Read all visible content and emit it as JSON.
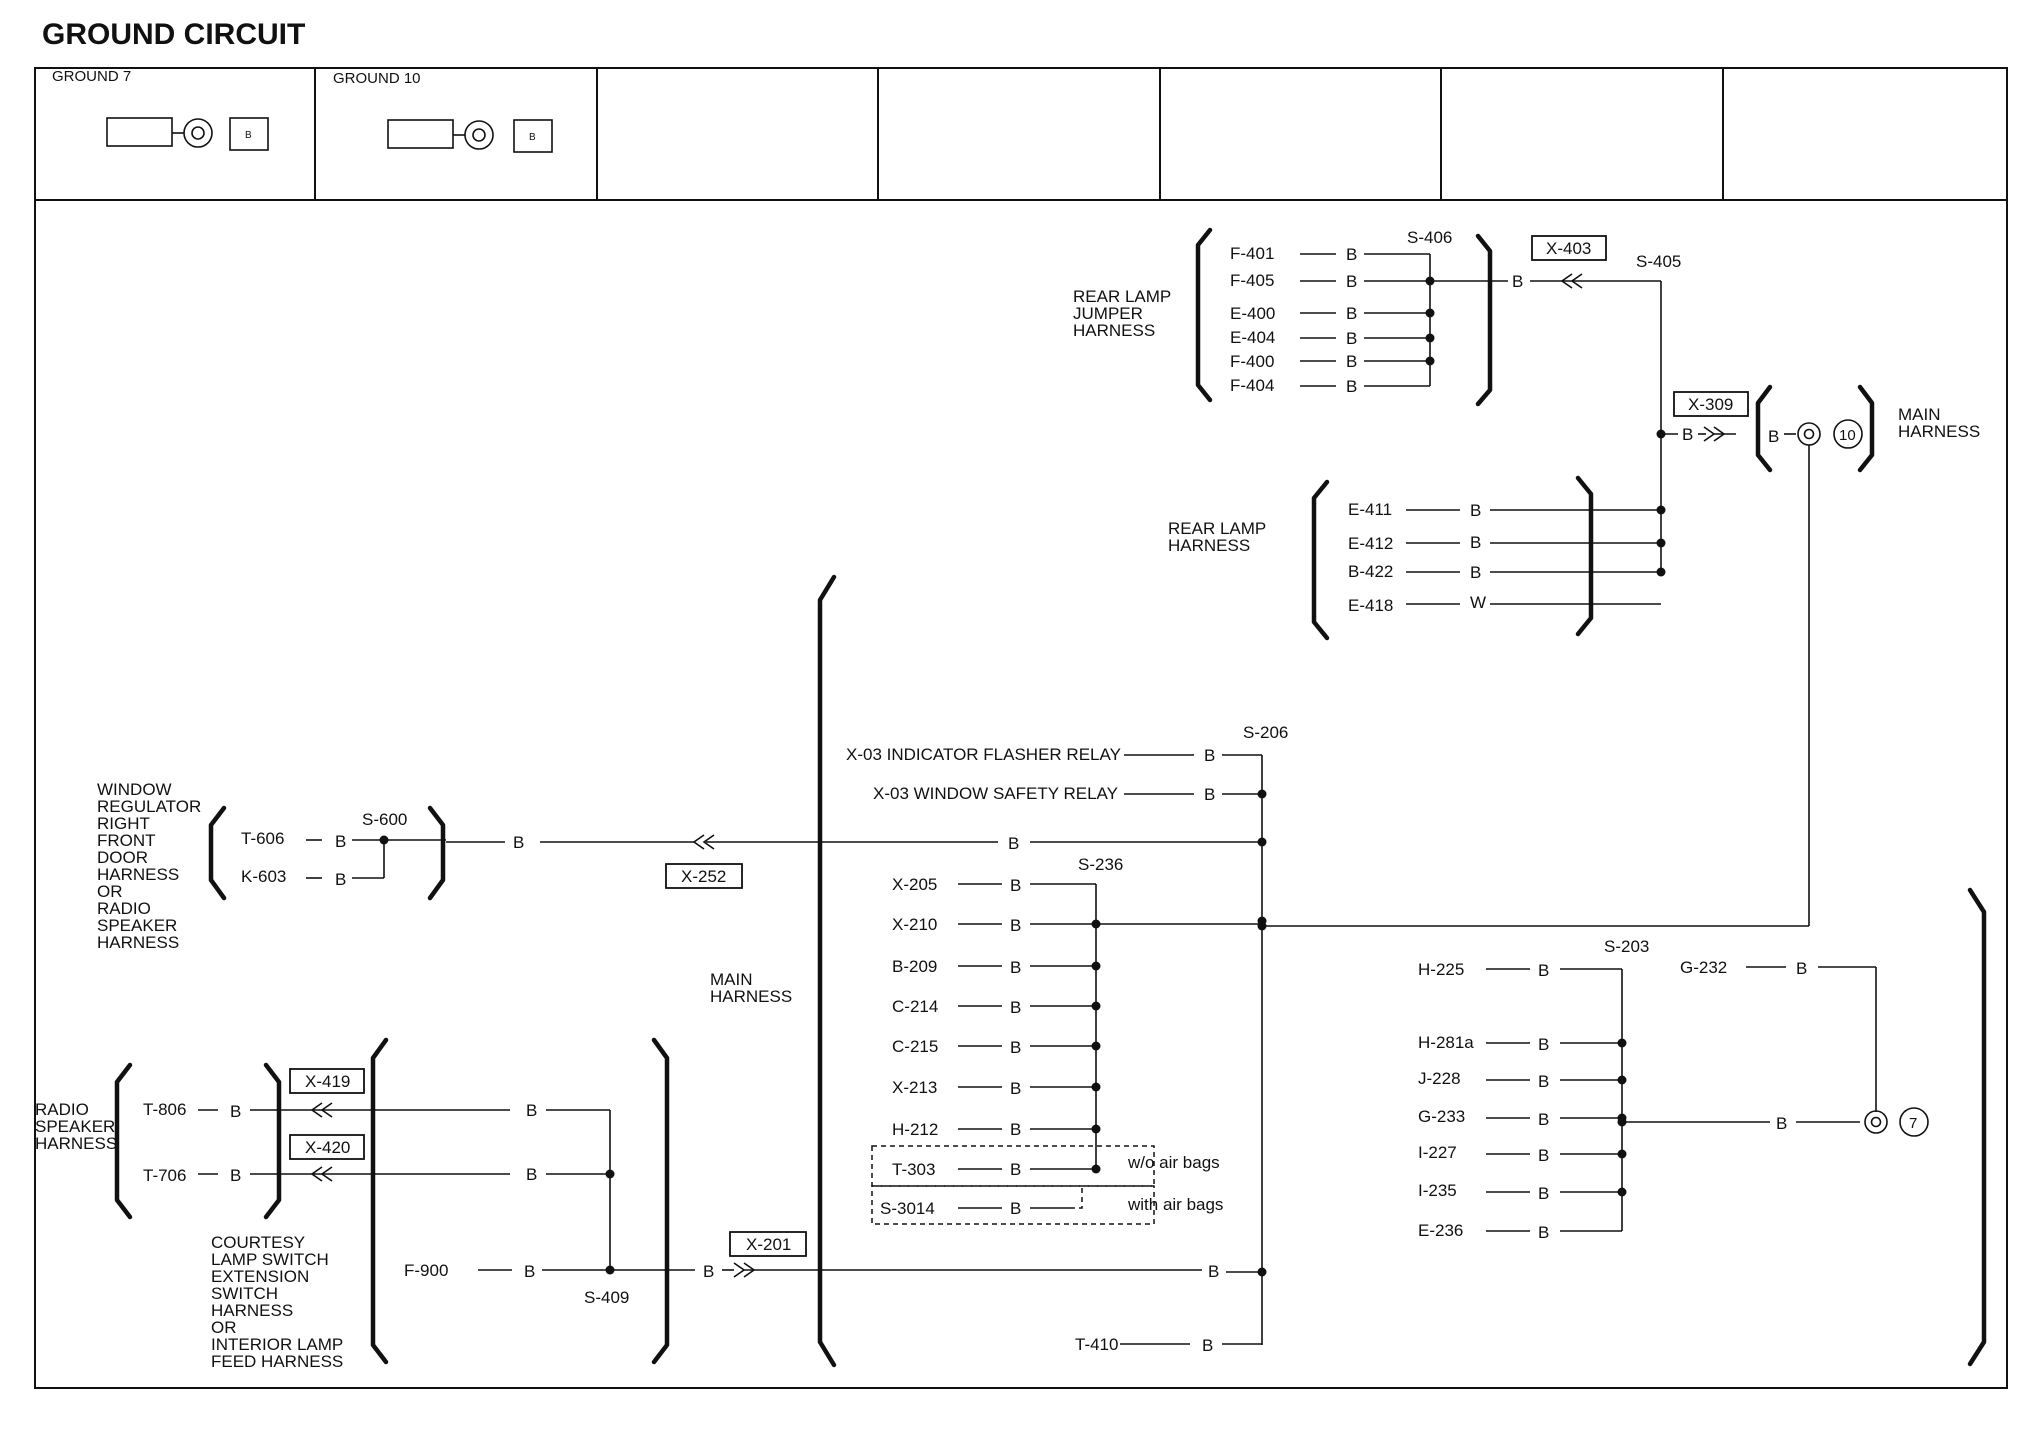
{
  "title": "GROUND CIRCUIT",
  "ground_legend": [
    {
      "label": "GROUND 7",
      "wire": "B"
    },
    {
      "label": "GROUND 10",
      "wire": "B"
    }
  ],
  "grounds": {
    "g10": "10",
    "g7": "7"
  },
  "harnesses": {
    "rear_lamp_jumper": [
      "REAR LAMP",
      "JUMPER",
      "HARNESS"
    ],
    "rear_lamp": [
      "REAR LAMP",
      "HARNESS"
    ],
    "main_right": [
      "MAIN",
      "HARNESS"
    ],
    "main_center": [
      "MAIN",
      "HARNESS"
    ],
    "window_regulator": [
      "WINDOW",
      "REGULATOR",
      "RIGHT",
      "FRONT",
      "DOOR",
      "HARNESS",
      "OR",
      "RADIO",
      "SPEAKER",
      "HARNESS"
    ],
    "radio_speaker": [
      "RADIO",
      "SPEAKER",
      "HARNESS"
    ],
    "courtesy": [
      "COURTESY",
      "LAMP SWITCH",
      "EXTENSION",
      "SWITCH",
      "HARNESS",
      "OR",
      "INTERIOR LAMP",
      "FEED HARNESS"
    ]
  },
  "splices": {
    "s406": "S-406",
    "s405": "S-405",
    "s206": "S-206",
    "s236": "S-236",
    "s600": "S-600",
    "s409": "S-409",
    "s203": "S-203"
  },
  "connectors": {
    "x403": "X-403",
    "x309": "X-309",
    "x252": "X-252",
    "x419": "X-419",
    "x420": "X-420",
    "x201": "X-201"
  },
  "wire_color": "B",
  "wire_color_w": "W",
  "rear_lamp_jumper_pins": [
    "F-401",
    "F-405",
    "E-400",
    "E-404",
    "F-400",
    "F-404"
  ],
  "rear_lamp_pins": [
    {
      "pin": "E-411",
      "color": "B"
    },
    {
      "pin": "E-412",
      "color": "B"
    },
    {
      "pin": "B-422",
      "color": "B"
    },
    {
      "pin": "E-418",
      "color": "W"
    }
  ],
  "relays": [
    "X-03 INDICATOR FLASHER RELAY",
    "X-03 WINDOW SAFETY RELAY"
  ],
  "s236_pins": [
    "X-205",
    "X-210",
    "B-209",
    "C-214",
    "C-215",
    "X-213",
    "H-212",
    "T-303",
    "S-3014"
  ],
  "air_bag_notes": {
    "without": "w/o air bags",
    "with": "with air bags"
  },
  "window_pins": [
    "T-606",
    "K-603"
  ],
  "radio_pins": [
    "T-806",
    "T-706"
  ],
  "f900": "F-900",
  "t410": "T-410",
  "s203_pins": [
    "H-225",
    "H-281a",
    "J-228",
    "G-233",
    "I-227",
    "I-235",
    "E-236"
  ],
  "g232": "G-232"
}
